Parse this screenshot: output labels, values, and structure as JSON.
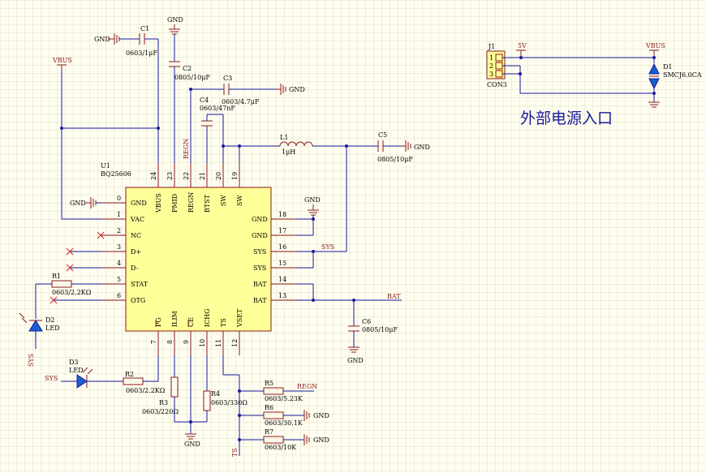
{
  "ic": {
    "ref": "U1",
    "part": "BQ25606"
  },
  "left_pins": [
    {
      "num": "0",
      "name": "GND"
    },
    {
      "num": "1",
      "name": "VAC"
    },
    {
      "num": "2",
      "name": "NC"
    },
    {
      "num": "3",
      "name": "D+"
    },
    {
      "num": "4",
      "name": "D-"
    },
    {
      "num": "5",
      "name": "STAT"
    },
    {
      "num": "6",
      "name": "OTG"
    }
  ],
  "right_pins": [
    {
      "num": "18",
      "name": "GND"
    },
    {
      "num": "17",
      "name": "GND"
    },
    {
      "num": "16",
      "name": "SYS"
    },
    {
      "num": "15",
      "name": "SYS"
    },
    {
      "num": "14",
      "name": "BAT"
    },
    {
      "num": "13",
      "name": "BAT"
    }
  ],
  "top_pins": [
    {
      "num": "24",
      "name": "VBUS"
    },
    {
      "num": "23",
      "name": "PMID"
    },
    {
      "num": "22",
      "name": "REGN"
    },
    {
      "num": "21",
      "name": "BTST"
    },
    {
      "num": "20",
      "name": "SW"
    },
    {
      "num": "19",
      "name": "SW"
    }
  ],
  "bottom_pins": [
    {
      "num": "7",
      "name": "PG"
    },
    {
      "num": "8",
      "name": "ILIM"
    },
    {
      "num": "9",
      "name": "CE"
    },
    {
      "num": "10",
      "name": "ICHG"
    },
    {
      "num": "11",
      "name": "TS"
    },
    {
      "num": "12",
      "name": "VSET"
    }
  ],
  "components": {
    "c1": {
      "ref": "C1",
      "value": "0603/1μF"
    },
    "c2": {
      "ref": "C2",
      "value": "0805/10μF"
    },
    "c3": {
      "ref": "C3",
      "value": "0603/4.7μF"
    },
    "c4": {
      "ref": "C4",
      "value": "0603/47nF"
    },
    "c5": {
      "ref": "C5",
      "value": "0805/10μF"
    },
    "c6": {
      "ref": "C6",
      "value": "0805/10μF"
    },
    "l1": {
      "ref": "L1",
      "value": "1μH"
    },
    "r1": {
      "ref": "R1",
      "value": "0603/2.2KΩ"
    },
    "r2": {
      "ref": "R2",
      "value": "0603/2.2KΩ"
    },
    "r3": {
      "ref": "R3",
      "value": "0603/220Ω"
    },
    "r4": {
      "ref": "R4",
      "value": "0603/330Ω"
    },
    "r5": {
      "ref": "R5",
      "value": "0603/5.23K"
    },
    "r6": {
      "ref": "R6",
      "value": "0603/30.1K"
    },
    "r7": {
      "ref": "R7",
      "value": "0603/10K"
    },
    "d1": {
      "ref": "D1",
      "value": "SMCJ6.0CA"
    },
    "d2": {
      "ref": "D2",
      "value": "LED"
    },
    "d3": {
      "ref": "D3",
      "value": "LED"
    },
    "j1": {
      "ref": "J1",
      "value": "CON3",
      "pins": [
        "1",
        "2",
        "3"
      ]
    }
  },
  "nets": {
    "gnd": "GND",
    "vbus": "VBUS",
    "sys": "SYS",
    "bat": "BAT",
    "regn": "REGN",
    "ts": "TS",
    "v5": "5V"
  },
  "title_cn": "外部电源入口"
}
